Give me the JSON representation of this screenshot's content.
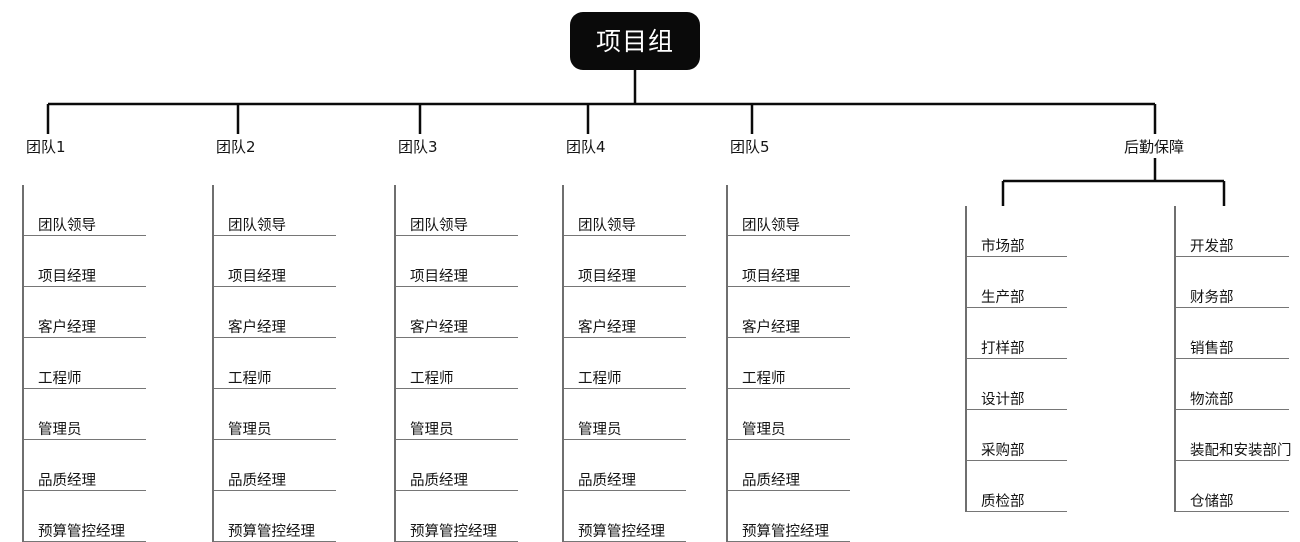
{
  "diagram": {
    "type": "organization-chart",
    "root": {
      "label": "项目组",
      "fill_color": "#0a0a0a",
      "text_color": "#ffffff"
    },
    "line_color": "#6f6f6f",
    "connector_color": "#0a0a0a",
    "branches": [
      {
        "id": "team-1",
        "label": "团队1",
        "items": [
          "团队领导",
          "项目经理",
          "客户经理",
          "工程师",
          "管理员",
          "品质经理",
          "预算管控经理"
        ]
      },
      {
        "id": "team-2",
        "label": "团队2",
        "items": [
          "团队领导",
          "项目经理",
          "客户经理",
          "工程师",
          "管理员",
          "品质经理",
          "预算管控经理"
        ]
      },
      {
        "id": "team-3",
        "label": "团队3",
        "items": [
          "团队领导",
          "项目经理",
          "客户经理",
          "工程师",
          "管理员",
          "品质经理",
          "预算管控经理"
        ]
      },
      {
        "id": "team-4",
        "label": "团队4",
        "items": [
          "团队领导",
          "项目经理",
          "客户经理",
          "工程师",
          "管理员",
          "品质经理",
          "预算管控经理"
        ]
      },
      {
        "id": "team-5",
        "label": "团队5",
        "items": [
          "团队领导",
          "项目经理",
          "客户经理",
          "工程师",
          "管理员",
          "品质经理",
          "预算管控经理"
        ]
      },
      {
        "id": "logistics",
        "label": "后勤保障",
        "sub_columns": [
          {
            "id": "logistics-left",
            "items": [
              "市场部",
              "生产部",
              "打样部",
              "设计部",
              "采购部",
              "质检部"
            ]
          },
          {
            "id": "logistics-right",
            "items": [
              "开发部",
              "财务部",
              "销售部",
              "物流部",
              "装配和安装部门",
              "仓储部"
            ]
          }
        ]
      }
    ]
  }
}
